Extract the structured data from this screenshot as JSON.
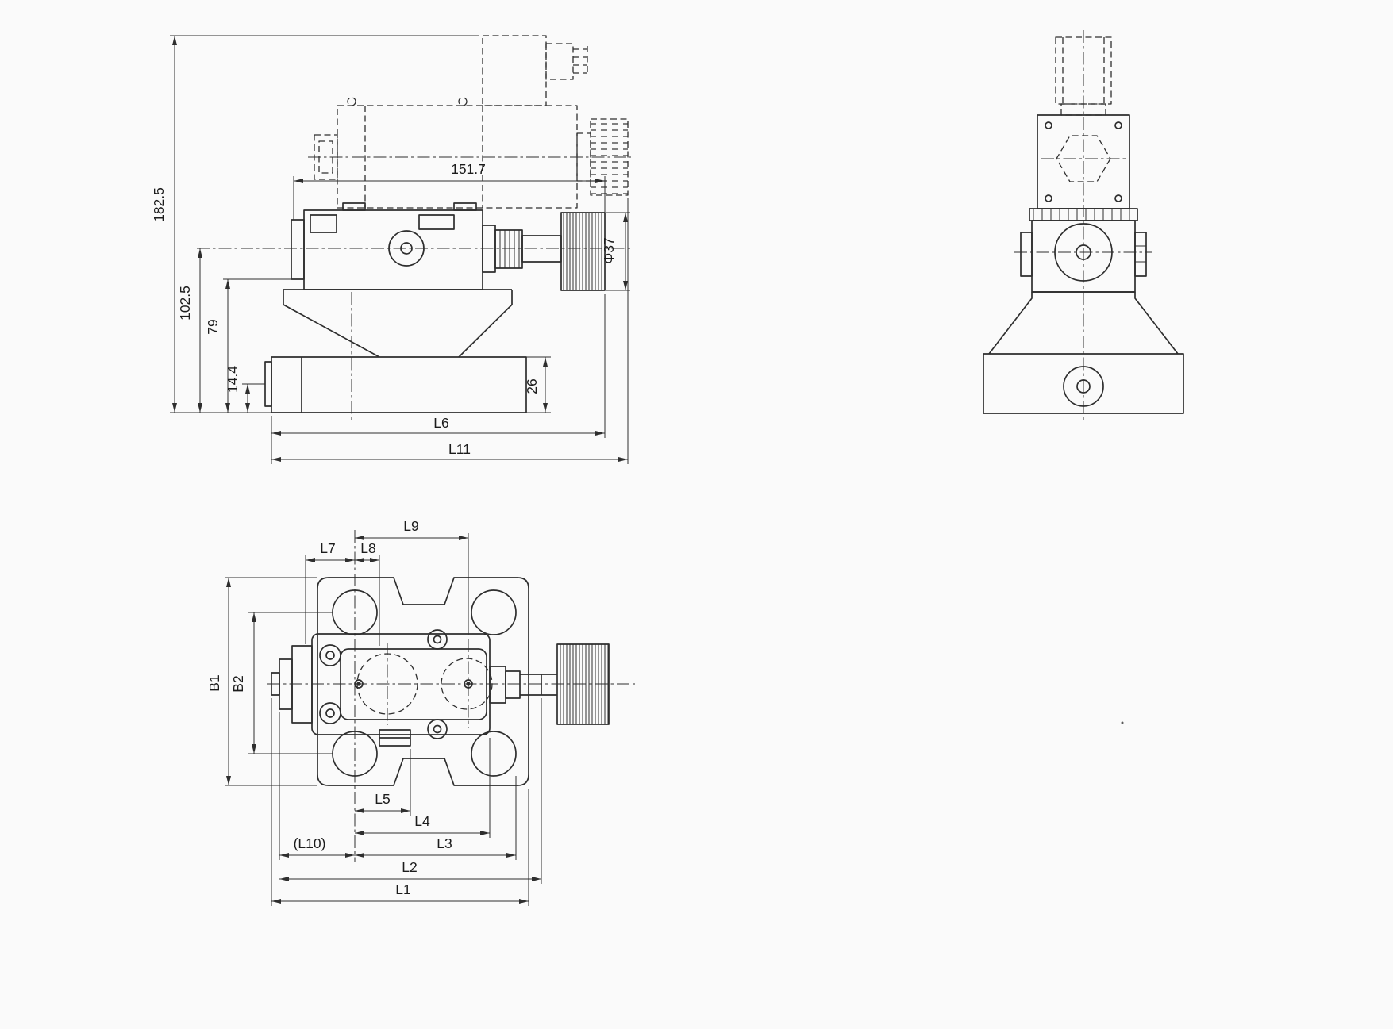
{
  "sheet": {
    "background": "#fafafa",
    "ink": "#2e2e2e"
  },
  "front_view": {
    "dim_182_5": "182.5",
    "dim_102_5": "102.5",
    "dim_79": "79",
    "dim_14_4": "14.4",
    "dim_151_7": "151.7",
    "dim_phi37": "Φ37",
    "dim_26": "26",
    "dim_l6": "L6",
    "dim_l11": "L11"
  },
  "top_view": {
    "dim_l9": "L9",
    "dim_l7": "L7",
    "dim_l8": "L8",
    "dim_b1": "B1",
    "dim_b2": "B2",
    "dim_l5": "L5",
    "dim_l4": "L4",
    "dim_l3": "L3",
    "dim_l10": "(L10)",
    "dim_l2": "L2",
    "dim_l1": "L1"
  }
}
